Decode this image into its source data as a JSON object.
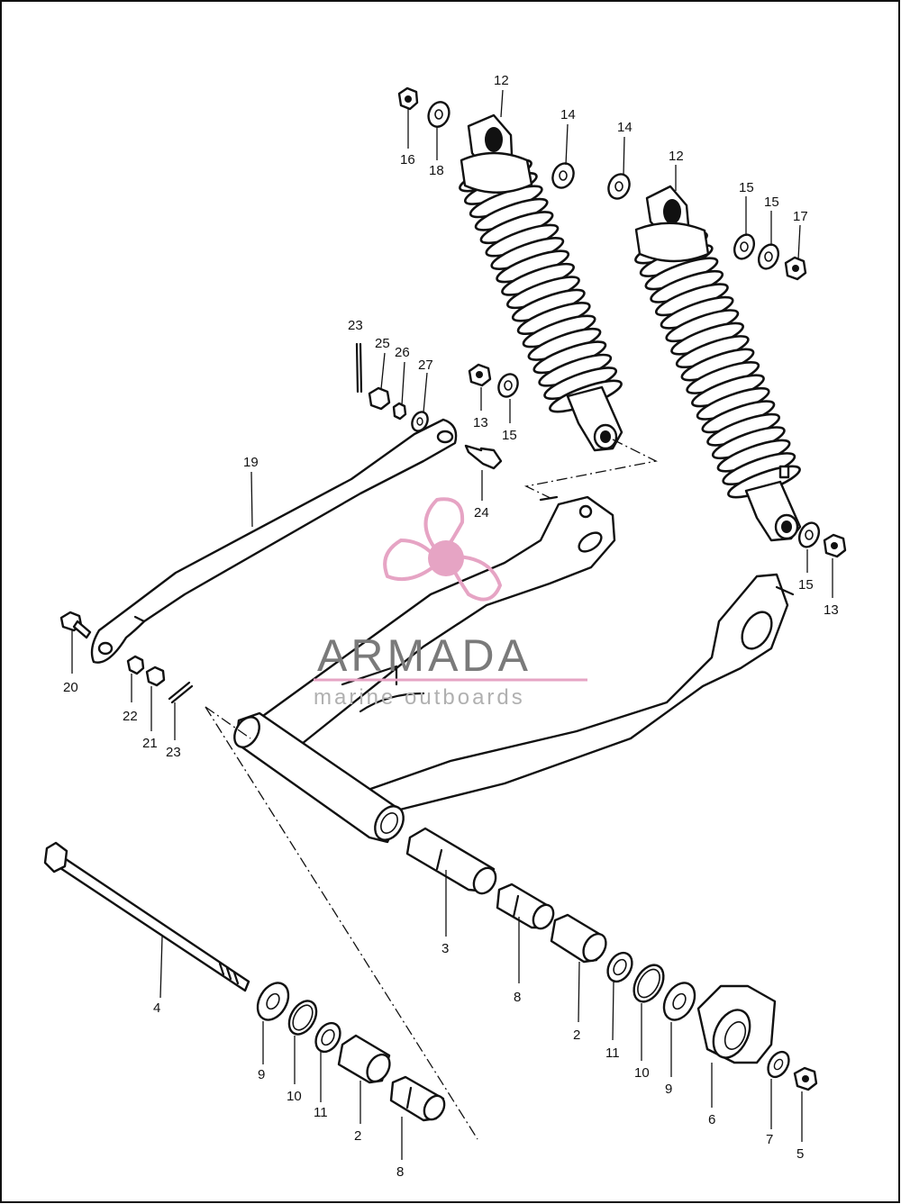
{
  "watermark": {
    "brand": "ARMADA",
    "subtitle": "marine outboards",
    "color_propeller": "#e6a4c4",
    "color_brand": "#7a7a7a",
    "color_line": "#e6a4c4"
  },
  "labels": {
    "l16": "16",
    "l18": "18",
    "l12a": "12",
    "l14a": "14",
    "l14b": "14",
    "l12b": "12",
    "l15a": "15",
    "l15b": "15",
    "l17": "17",
    "l23a": "23",
    "l25": "25",
    "l26": "26",
    "l27": "27",
    "l13a": "13",
    "l15c": "15",
    "l19": "19",
    "l24": "24",
    "l15d": "15",
    "l13b": "13",
    "l20": "20",
    "l22": "22",
    "l21": "21",
    "l23b": "23",
    "l3": "3",
    "l8a": "8",
    "l2a": "2",
    "l11a": "11",
    "l10a": "10",
    "l9a": "9",
    "l4": "4",
    "l9b": "9",
    "l10b": "10",
    "l11b": "11",
    "l2b": "2",
    "l8b": "8",
    "l6": "6",
    "l7": "7",
    "l5": "5"
  }
}
